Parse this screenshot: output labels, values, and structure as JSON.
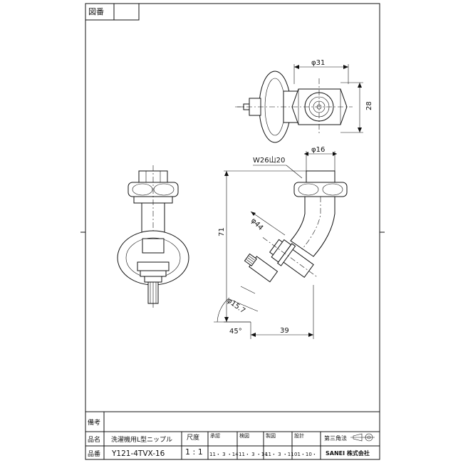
{
  "drawing_number_label": "図番",
  "views": {
    "top": {
      "dim_diameter": "φ31",
      "dim_height": "28"
    },
    "side": {
      "thread_label": "W26山20",
      "dim_top_diameter": "φ16",
      "dim_height": "71",
      "dim_diameter_mid": "φ44",
      "dim_diameter_tip": "φ15.7",
      "dim_angle": "45°",
      "dim_offset": "39"
    }
  },
  "title_block": {
    "remarks_label": "備考",
    "name_label": "品名",
    "name_value": "洗濯機用L型ニップル",
    "part_no_label": "品番",
    "part_no_value": "Y121-4TVX-16",
    "scale_label": "尺度",
    "scale_value": "1 : 1",
    "approved_label": "承認",
    "approved_date": "11・ 3 ・14",
    "checked_label": "検図",
    "checked_date": "11・ 3 ・14",
    "drawn_label": "製図",
    "drawn_date": "11・ 3 ・11",
    "designed_label": "設計",
    "designed_date": "01・10・",
    "projection_label": "第三角法",
    "company": "SANEI 株式会社"
  }
}
